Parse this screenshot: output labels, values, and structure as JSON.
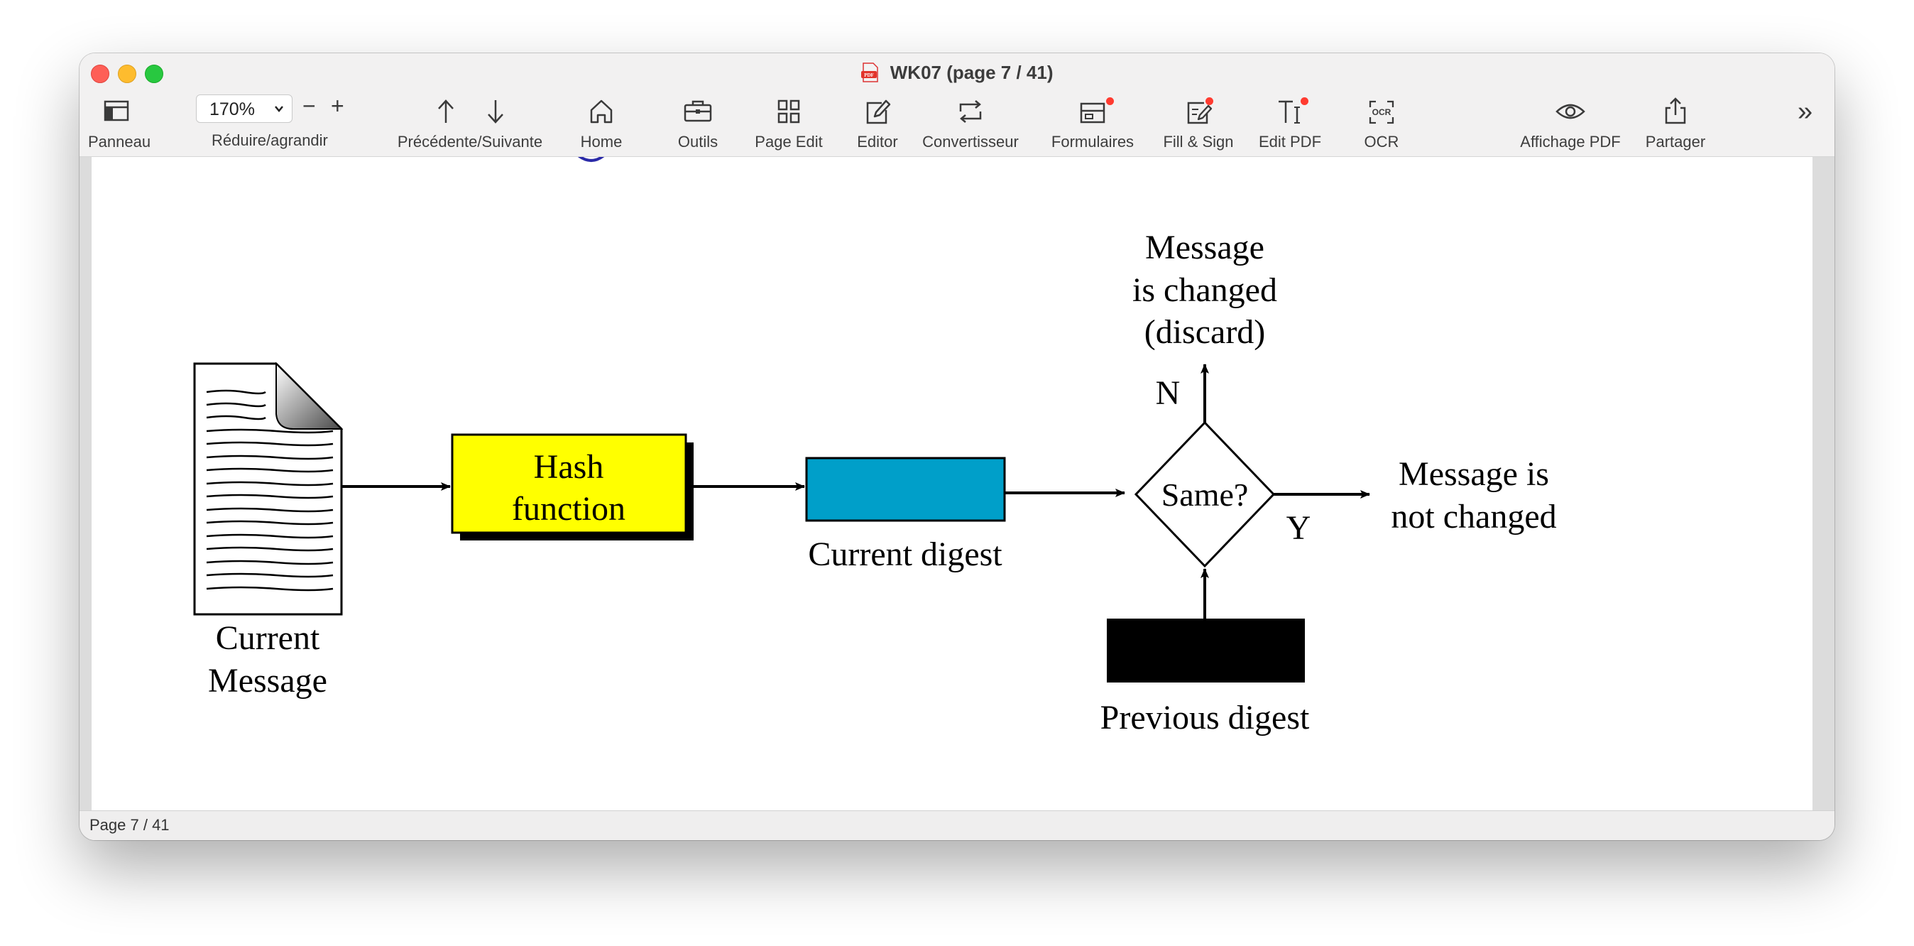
{
  "window": {
    "title": "WK07 (page 7 / 41)"
  },
  "toolbar": {
    "panel_label": "Panneau",
    "zoom_value": "170%",
    "zoom_minus": "−",
    "zoom_plus": "+",
    "zoom_label": "Réduire/agrandir",
    "prevnext_label": "Précédente/Suivante",
    "home_label": "Home",
    "tools_label": "Outils",
    "page_edit_label": "Page Edit",
    "editor_label": "Editor",
    "converter_label": "Convertisseur",
    "forms_label": "Formulaires",
    "fill_sign_label": "Fill & Sign",
    "edit_pdf_label": "Edit PDF",
    "ocr_label": "OCR",
    "ocr_icon_text": "OCR",
    "view_label": "Affichage PDF",
    "share_label": "Partager",
    "overflow": "»",
    "notification_color": "#ff3b30"
  },
  "diagram": {
    "current_message": [
      "Current",
      "Message"
    ],
    "hash_function": [
      "Hash",
      "function"
    ],
    "current_digest": "Current digest",
    "same": "Same?",
    "no": "N",
    "yes": "Y",
    "changed": [
      "Message",
      "is changed",
      "(discard)"
    ],
    "not_changed": [
      "Message is",
      "not changed"
    ],
    "previous_digest": "Previous digest",
    "hash_color": "#ffff00",
    "digest_color": "#009fc9"
  },
  "status": {
    "page": "Page 7 / 41"
  }
}
